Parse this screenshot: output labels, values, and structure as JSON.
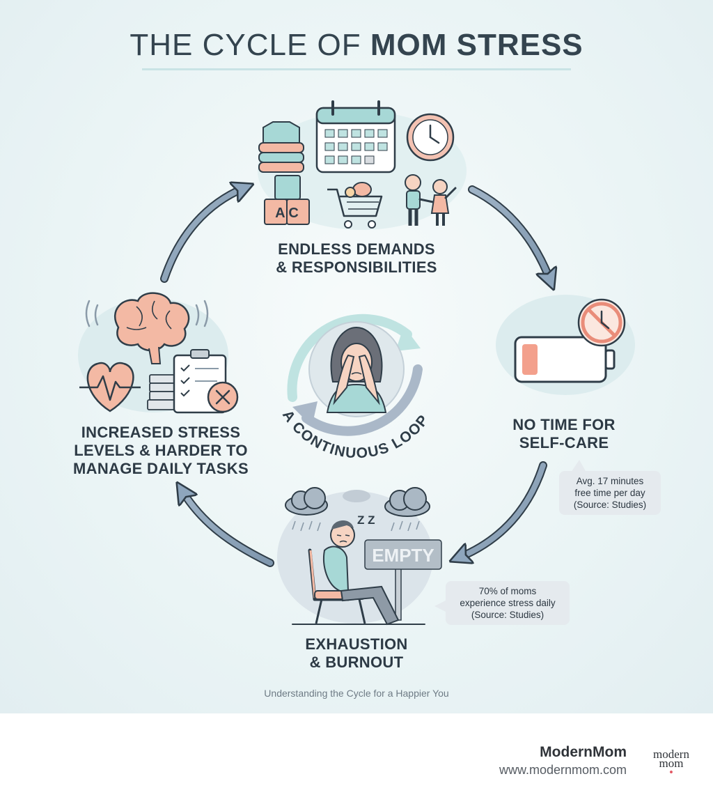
{
  "title": {
    "part1": "THE CYCLE OF ",
    "part2": "MOM STRESS"
  },
  "stages": {
    "demands": {
      "line1": "ENDLESS DEMANDS",
      "line2": "& RESPONSIBILITIES"
    },
    "self_care": {
      "line1": "NO TIME FOR",
      "line2": "SELF-CARE"
    },
    "burnout": {
      "line1": "EXHAUSTION",
      "line2": "& BURNOUT"
    },
    "stress": {
      "line1": "INCREASED STRESS",
      "line2": "LEVELS & HARDER TO",
      "line3": "MANAGE DAILY TASKS"
    }
  },
  "center": {
    "loop_text": "A CONTINUOUS LOOP"
  },
  "bubbles": {
    "free_time": {
      "line1": "Avg. 17 minutes",
      "line2": "free time per day",
      "line3": "(Source: Studies)"
    },
    "stress_daily": {
      "line1": "70% of moms",
      "line2": "experience stress daily",
      "line3": "(Source: Studies)"
    }
  },
  "illustration_text": {
    "blocks": "A C",
    "empty_sign": "EMPTY",
    "zzz": "Z Z"
  },
  "tagline": "Understanding the Cycle for a Happier You",
  "brand": {
    "name": "ModernMom",
    "url": "www.modernmom.com",
    "logo_line1": "modern",
    "logo_line2": "mom"
  },
  "colors": {
    "accent_teal": "#8fd3d2",
    "arrow_blue": "#8ea6bd",
    "coral": "#f3a08c",
    "ink": "#2f3d48"
  },
  "icons": [
    "laundry-icon",
    "calendar-icon",
    "clock-icon",
    "toy-blocks-icon",
    "shopping-cart-icon",
    "children-icon",
    "no-time-clock-icon",
    "low-battery-icon",
    "storm-cloud-icon",
    "exhausted-mom-icon",
    "empty-sign-icon",
    "brain-icon",
    "heartbeat-icon",
    "checklist-icon",
    "stressed-mom-icon",
    "loop-arrows-icon"
  ]
}
